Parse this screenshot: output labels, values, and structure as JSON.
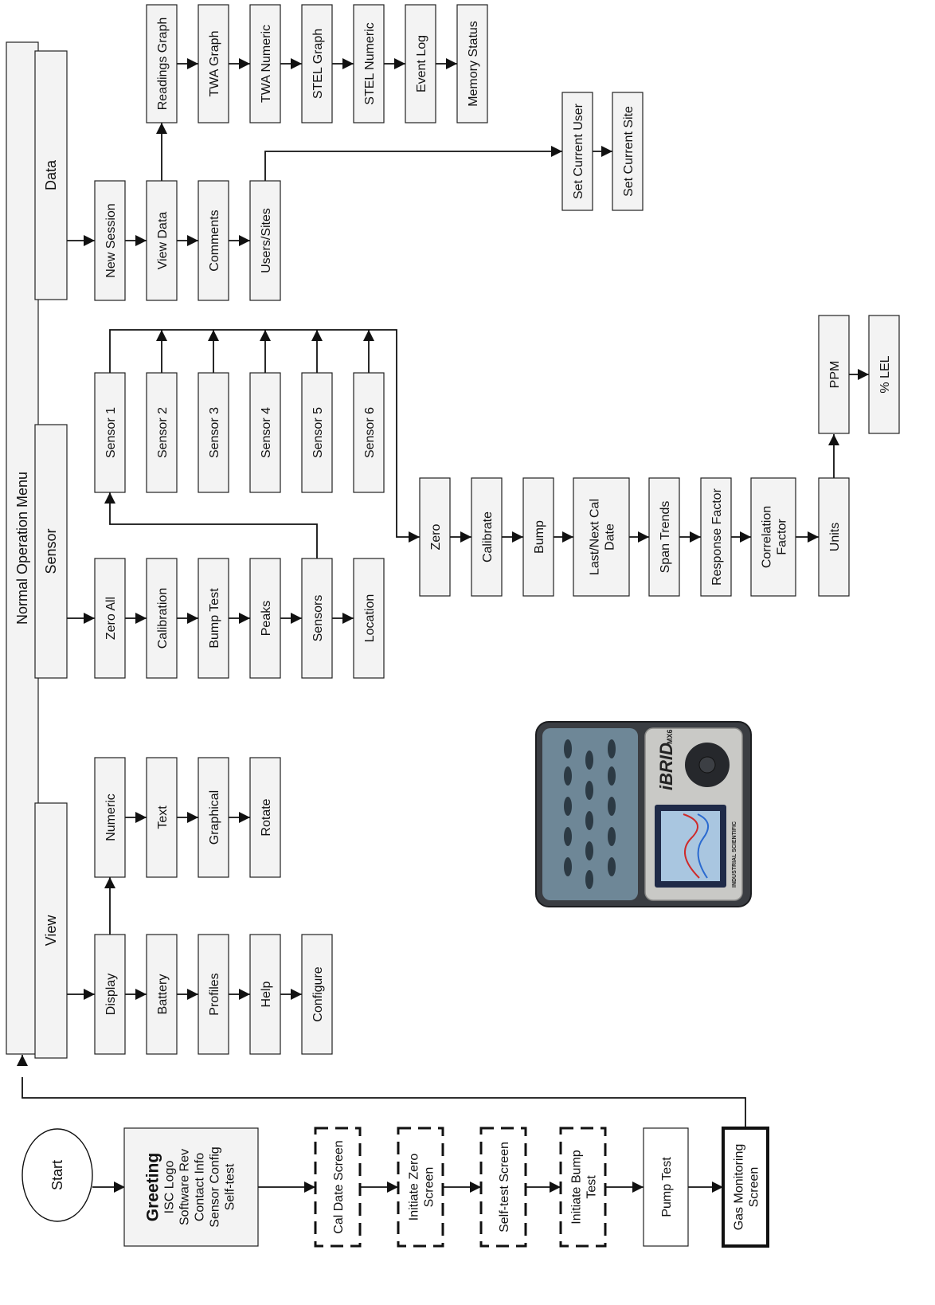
{
  "boxes": {
    "menu": {
      "lines": [
        "Normal Operation Menu"
      ]
    },
    "view": {
      "lines": [
        "View"
      ]
    },
    "sensor": {
      "lines": [
        "Sensor"
      ]
    },
    "data": {
      "lines": [
        "Data"
      ]
    },
    "display": {
      "lines": [
        "Display"
      ]
    },
    "battery": {
      "lines": [
        "Battery"
      ]
    },
    "profiles": {
      "lines": [
        "Profiles"
      ]
    },
    "help": {
      "lines": [
        "Help"
      ]
    },
    "configure": {
      "lines": [
        "Configure"
      ]
    },
    "numeric": {
      "lines": [
        "Numeric"
      ]
    },
    "text": {
      "lines": [
        "Text"
      ]
    },
    "graphical": {
      "lines": [
        "Graphical"
      ]
    },
    "rotate": {
      "lines": [
        "Rotate"
      ]
    },
    "zero_all": {
      "lines": [
        "Zero All"
      ]
    },
    "calibration": {
      "lines": [
        "Calibration"
      ]
    },
    "bump_test": {
      "lines": [
        "Bump Test"
      ]
    },
    "peaks": {
      "lines": [
        "Peaks"
      ]
    },
    "sensors": {
      "lines": [
        "Sensors"
      ]
    },
    "location": {
      "lines": [
        "Location"
      ]
    },
    "sensor1": {
      "lines": [
        "Sensor 1"
      ]
    },
    "sensor2": {
      "lines": [
        "Sensor 2"
      ]
    },
    "sensor3": {
      "lines": [
        "Sensor 3"
      ]
    },
    "sensor4": {
      "lines": [
        "Sensor 4"
      ]
    },
    "sensor5": {
      "lines": [
        "Sensor 5"
      ]
    },
    "sensor6": {
      "lines": [
        "Sensor 6"
      ]
    },
    "zero": {
      "lines": [
        "Zero"
      ]
    },
    "calibrate": {
      "lines": [
        "Calibrate"
      ]
    },
    "bump": {
      "lines": [
        "Bump"
      ]
    },
    "last_next": {
      "lines": [
        "Last/Next Cal",
        "Date"
      ]
    },
    "span": {
      "lines": [
        "Span Trends"
      ]
    },
    "response": {
      "lines": [
        "Response Factor"
      ]
    },
    "correlation": {
      "lines": [
        "Correlation",
        "Factor"
      ]
    },
    "units": {
      "lines": [
        "Units"
      ]
    },
    "ppm": {
      "lines": [
        "PPM"
      ]
    },
    "lel": {
      "lines": [
        "% LEL"
      ]
    },
    "new_session": {
      "lines": [
        "New Session"
      ]
    },
    "view_data": {
      "lines": [
        "View Data"
      ]
    },
    "comments": {
      "lines": [
        "Comments"
      ]
    },
    "users_sites": {
      "lines": [
        "Users/Sites"
      ]
    },
    "readings_graph": {
      "lines": [
        "Readings Graph"
      ]
    },
    "twa_graph": {
      "lines": [
        "TWA Graph"
      ]
    },
    "twa_numeric": {
      "lines": [
        "TWA Numeric"
      ]
    },
    "stel_graph": {
      "lines": [
        "STEL Graph"
      ]
    },
    "stel_numeric": {
      "lines": [
        "STEL Numeric"
      ]
    },
    "event_log": {
      "lines": [
        "Event Log"
      ]
    },
    "memory_status": {
      "lines": [
        "Memory Status"
      ]
    },
    "set_user": {
      "lines": [
        "Set Current User"
      ]
    },
    "set_site": {
      "lines": [
        "Set Current Site"
      ]
    },
    "start": {
      "lines": [
        "Start"
      ]
    },
    "greeting": {
      "lines": [
        "Greeting",
        "ISC Logo",
        "Software Rev",
        "Contact Info",
        "Sensor Config",
        "Self-test"
      ]
    },
    "cal_date": {
      "lines": [
        "Cal Date Screen"
      ]
    },
    "init_zero": {
      "lines": [
        "Initiate Zero",
        "Screen"
      ]
    },
    "self_test": {
      "lines": [
        "Self-test Screen"
      ]
    },
    "init_bump": {
      "lines": [
        "Initiate Bump",
        "Test"
      ]
    },
    "pump_test": {
      "lines": [
        "Pump Test"
      ]
    },
    "gas_monitor": {
      "lines": [
        "Gas Monitoring",
        "Screen"
      ]
    }
  },
  "device_image": {
    "brand_text": "iBRID",
    "model_text": "MX6",
    "maker_text": "INDUSTRIAL SCIENTIFIC"
  },
  "colors": {
    "box_fill": "#f3f3f3",
    "stroke": "#111111"
  }
}
